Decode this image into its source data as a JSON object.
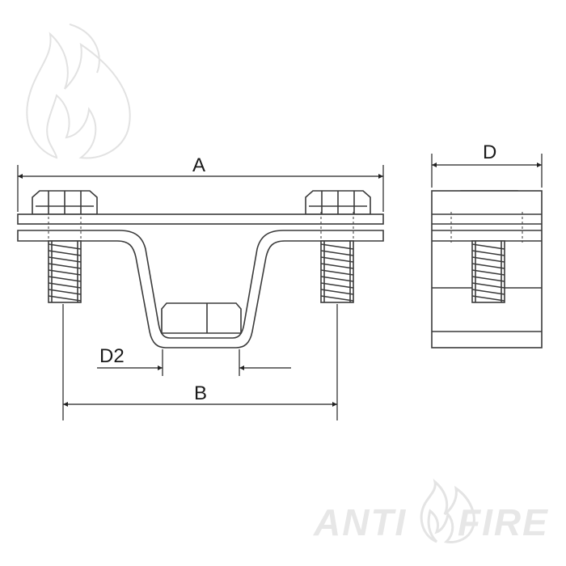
{
  "labels": {
    "A": "A",
    "B": "B",
    "D": "D",
    "D2": "D2"
  },
  "watermark": {
    "left_word": "ANTI",
    "right_word": "FIRE",
    "icon": "flame-icon",
    "color": "#e6e6e6"
  },
  "colors": {
    "line": "#3a3a3a",
    "fill": "#ffffff"
  }
}
